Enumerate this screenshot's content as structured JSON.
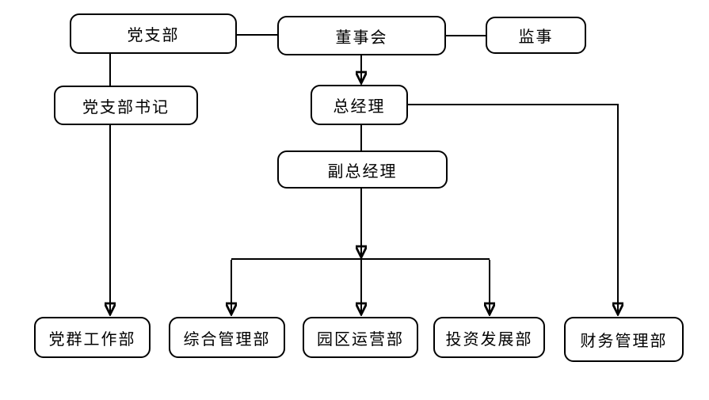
{
  "diagram": {
    "type": "org-chart",
    "background": "#ffffff",
    "line_color": "#000000",
    "box_fill": "#ffffff",
    "box_border_color": "#000000",
    "nodes": {
      "party_branch": {
        "label": "党支部"
      },
      "board_of_directors": {
        "label": "董事会"
      },
      "supervisor": {
        "label": "监事"
      },
      "party_branch_secretary": {
        "label": "党支部书记"
      },
      "general_manager": {
        "label": "总经理"
      },
      "deputy_general_manager": {
        "label": "副总经理"
      },
      "party_masses_work_dept": {
        "label": "党群工作部"
      },
      "general_management_dept": {
        "label": "综合管理部"
      },
      "park_operations_dept": {
        "label": "园区运营部"
      },
      "investment_development_dept": {
        "label": "投资发展部"
      },
      "finance_management_dept": {
        "label": "财务管理部"
      }
    },
    "edges": [
      {
        "from": "党支部",
        "to": "董事会",
        "connector": "line"
      },
      {
        "from": "董事会",
        "to": "监事",
        "connector": "line"
      },
      {
        "from": "董事会",
        "to": "总经理",
        "connector": "arrow"
      },
      {
        "from": "党支部",
        "to": "党群工作部",
        "connector": "arrow",
        "passes_behind": "党支部书记"
      },
      {
        "from": "总经理",
        "to": "副总经理",
        "connector": "line"
      },
      {
        "from": "总经理",
        "to": "财务管理部",
        "connector": "arrow"
      },
      {
        "from": "副总经理",
        "to": "综合管理部",
        "connector": "arrow"
      },
      {
        "from": "副总经理",
        "to": "园区运营部",
        "connector": "arrow"
      },
      {
        "from": "副总经理",
        "to": "投资发展部",
        "connector": "arrow"
      }
    ]
  }
}
